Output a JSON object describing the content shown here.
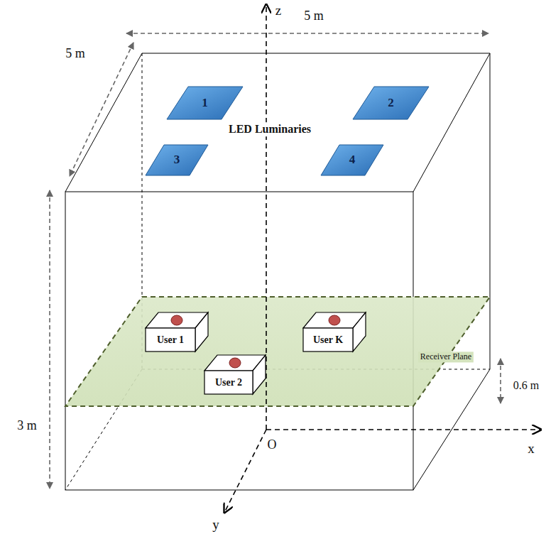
{
  "diagram": {
    "nodes": [
      {
        "text": [
          "1"
        ]
      },
      {
        "text": [
          "2"
        ]
      },
      {
        "text": [
          "3"
        ]
      },
      {
        "text": [
          "4"
        ]
      },
      {
        "text": [
          "User 1"
        ]
      },
      {
        "text": [
          "User K"
        ]
      },
      {
        "text": [
          "User 2"
        ]
      }
    ],
    "labels": [
      "z",
      "5 m",
      "5 m",
      "LED Luminaries",
      "3 m",
      "Receiver Plane",
      "0.6 m",
      "O",
      "x",
      "y"
    ]
  }
}
